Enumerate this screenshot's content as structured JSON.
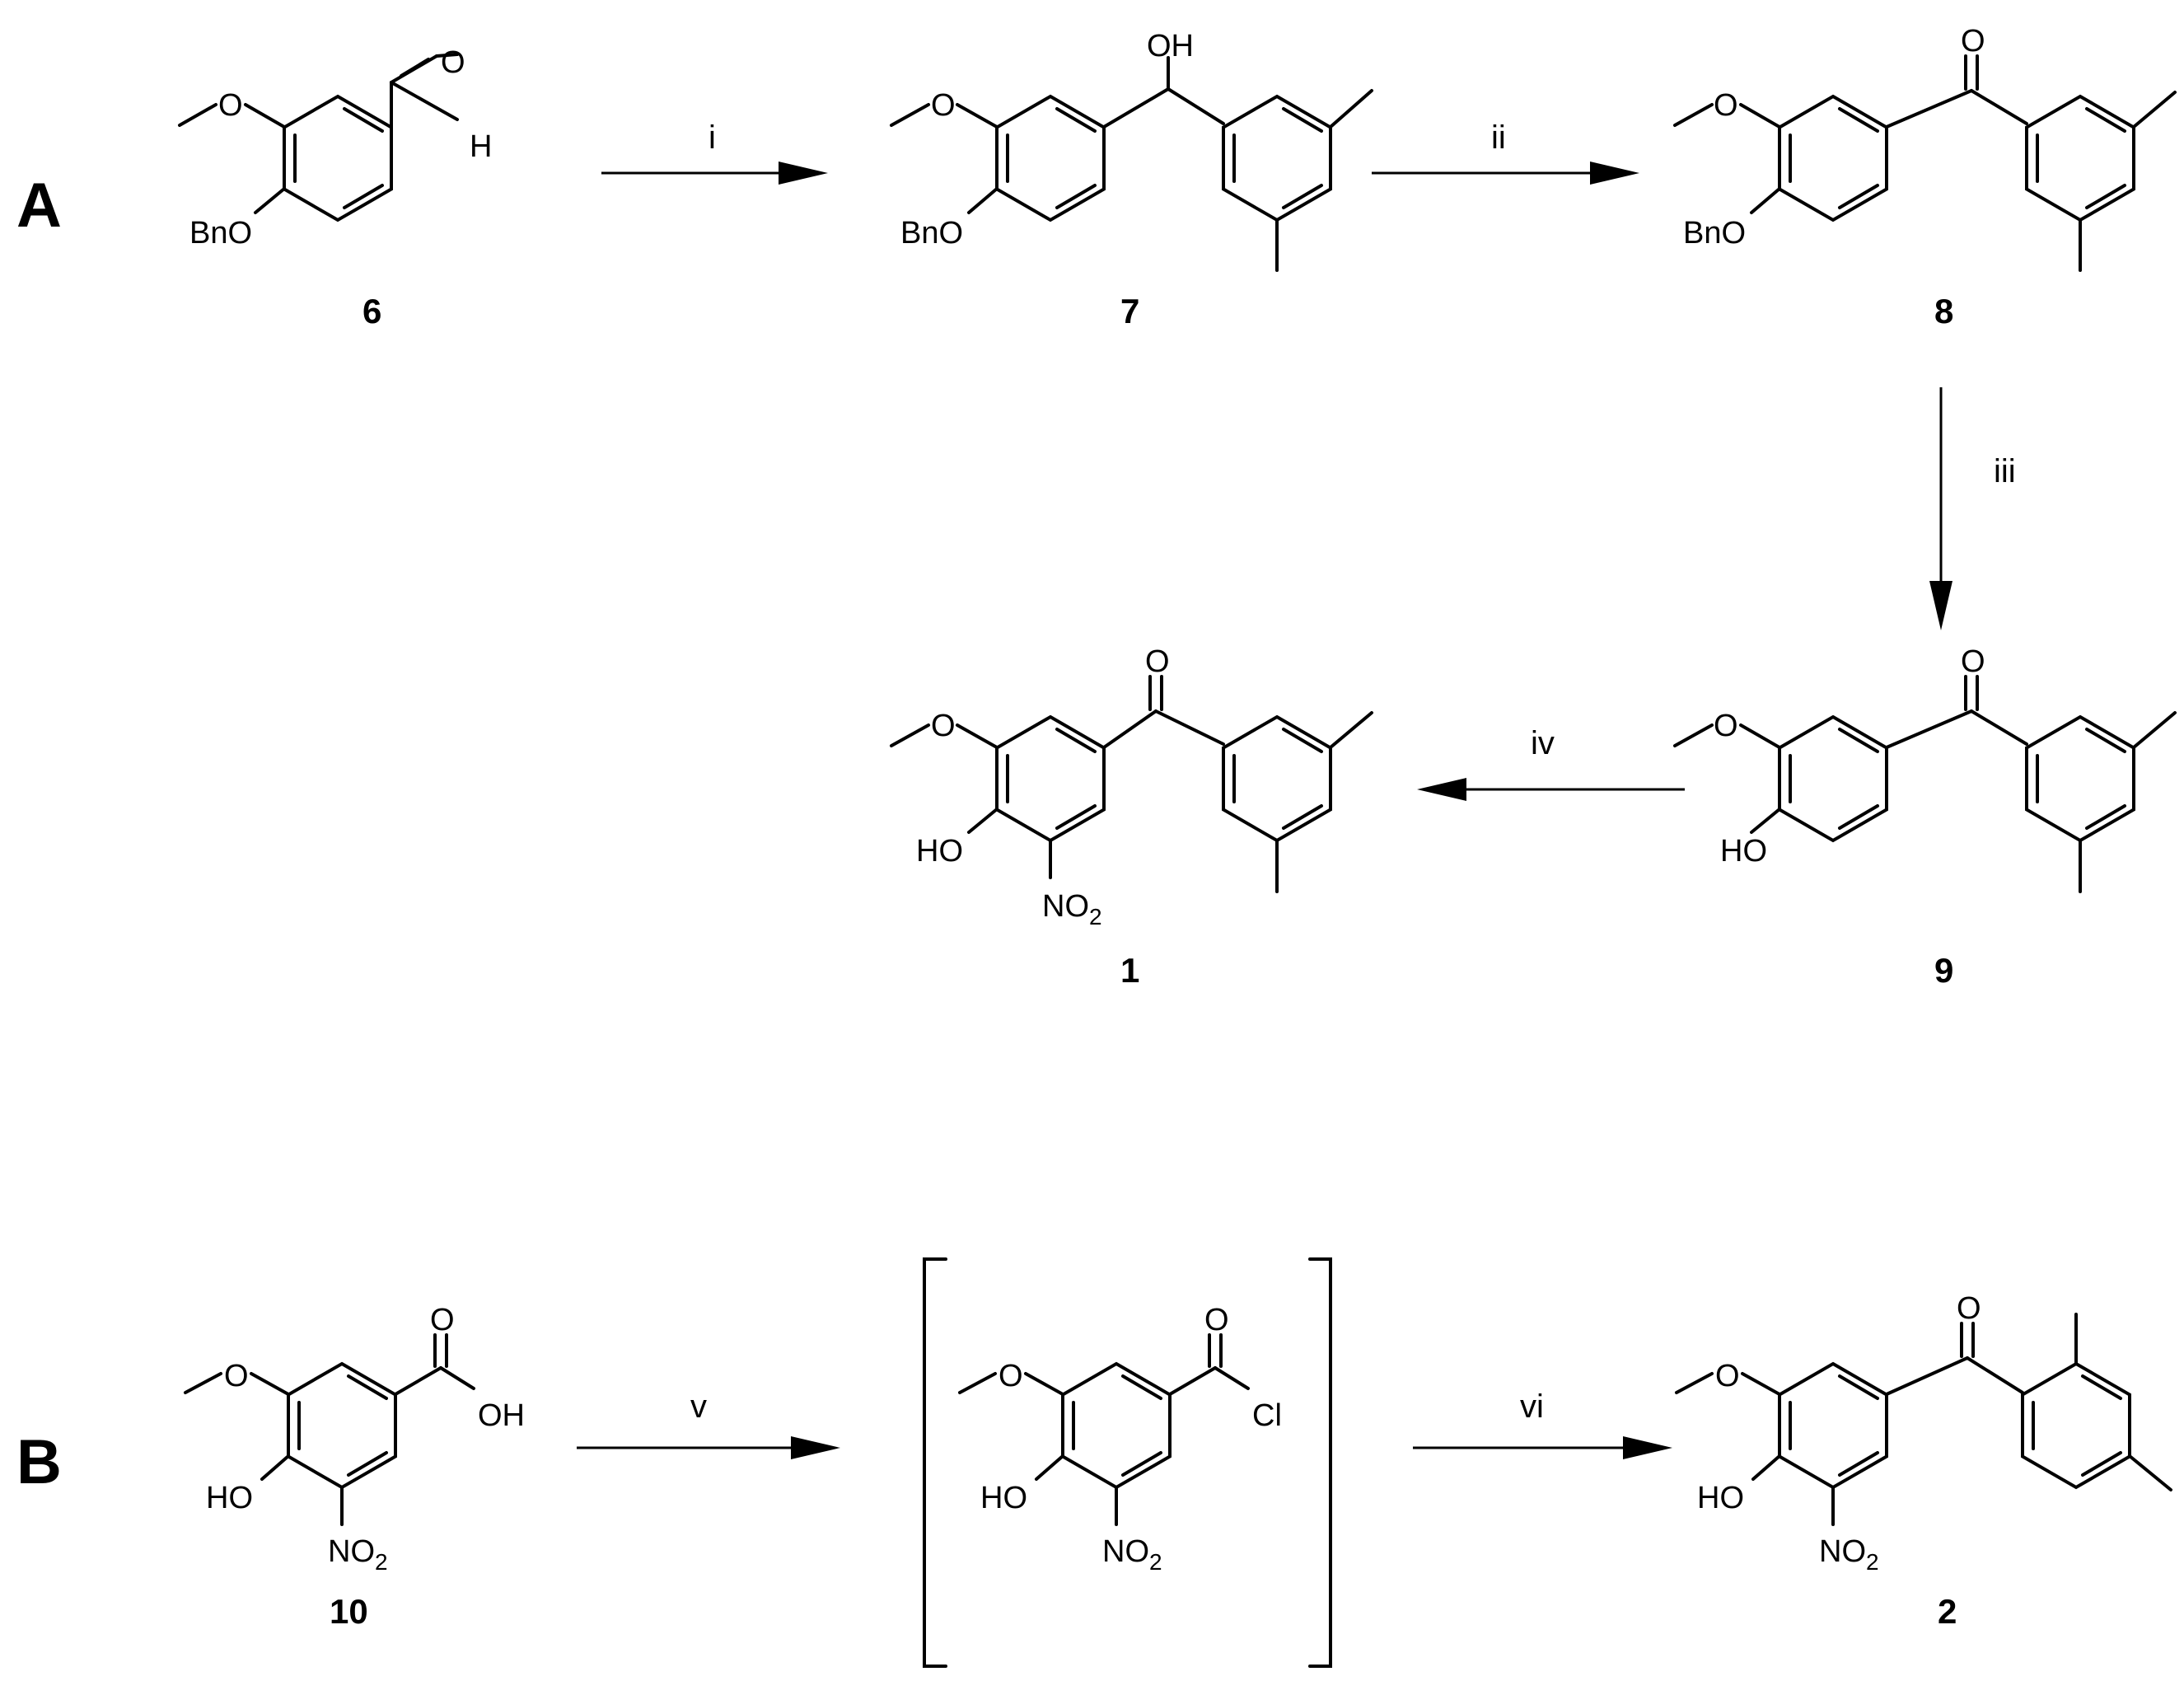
{
  "panels": {
    "a": "A",
    "b": "B"
  },
  "steps": {
    "i": "i",
    "ii": "ii",
    "iii": "iii",
    "iv": "iv",
    "v": "v",
    "vi": "vi"
  },
  "compounds": {
    "c6": "6",
    "c7": "7",
    "c8": "8",
    "c9": "9",
    "c1": "1",
    "c10": "10",
    "c2": "2"
  },
  "atoms": {
    "O": "O",
    "H": "H",
    "OH": "OH",
    "HO": "HO",
    "BnO": "BnO",
    "Cl": "Cl",
    "NO": "NO",
    "two": "2"
  }
}
